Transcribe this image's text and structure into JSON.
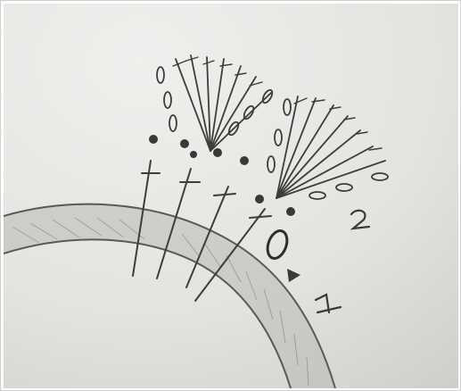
{
  "image": {
    "kind": "photograph",
    "labels": {
      "row_one_number": "1",
      "row_two_number": "2"
    }
  },
  "colors": {
    "paper_light": "#ecebe9",
    "paper_dark": "#cfceca",
    "pencil": "#4a4947",
    "pencil_dark": "#2f2e2d"
  }
}
